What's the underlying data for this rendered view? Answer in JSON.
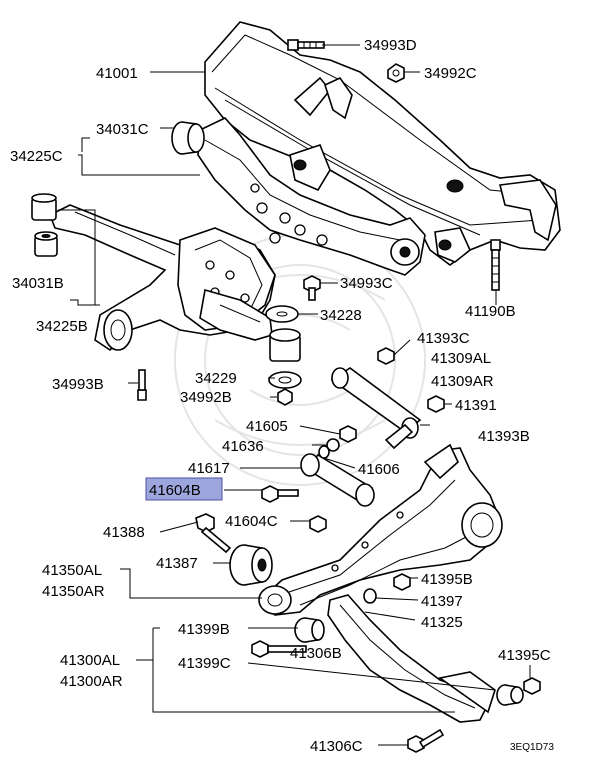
{
  "diagram_code": "3EQ1D73",
  "highlight_color": "#9ea6de",
  "labels": {
    "34993D": "34993D",
    "34992C": "34992C",
    "41001": "41001",
    "34031C": "34031C",
    "34225C": "34225C",
    "34031B": "34031B",
    "34225B": "34225B",
    "34993C": "34993C",
    "41190B": "41190B",
    "34228": "34228",
    "41393C": "41393C",
    "41309AL": "41309AL",
    "41309AR": "41309AR",
    "34229": "34229",
    "34993B": "34993B",
    "34992B": "34992B",
    "41391": "41391",
    "41605": "41605",
    "41393B": "41393B",
    "41636": "41636",
    "41606": "41606",
    "41617": "41617",
    "41604B": "41604B",
    "41604C": "41604C",
    "41388": "41388",
    "41387": "41387",
    "41350AL": "41350AL",
    "41350AR": "41350AR",
    "41395B": "41395B",
    "41397": "41397",
    "41325": "41325",
    "41399B": "41399B",
    "41300AL": "41300AL",
    "41300AR": "41300AR",
    "41399C": "41399C",
    "41306B": "41306B",
    "41395C": "41395C",
    "41306C": "41306C"
  }
}
